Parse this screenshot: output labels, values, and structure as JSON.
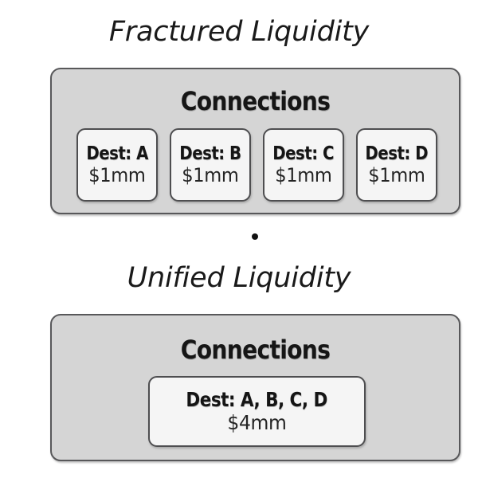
{
  "page": {
    "background_color": "#ffffff",
    "panel_fill": "#d5d5d5",
    "card_fill": "#f5f5f5",
    "border_color": "#4e4e50",
    "text_color": "#151515"
  },
  "separator": {
    "glyph": "dot"
  },
  "sections": [
    {
      "title": "Fractured Liquidity",
      "panel_heading": "Connections",
      "cards": [
        {
          "dest": "Dest: A",
          "amount": "$1mm"
        },
        {
          "dest": "Dest: B",
          "amount": "$1mm"
        },
        {
          "dest": "Dest: C",
          "amount": "$1mm"
        },
        {
          "dest": "Dest: D",
          "amount": "$1mm"
        }
      ]
    },
    {
      "title": "Unified Liquidity",
      "panel_heading": "Connections",
      "cards": [
        {
          "dest": "Dest: A, B, C, D",
          "amount": "$4mm"
        }
      ]
    }
  ]
}
